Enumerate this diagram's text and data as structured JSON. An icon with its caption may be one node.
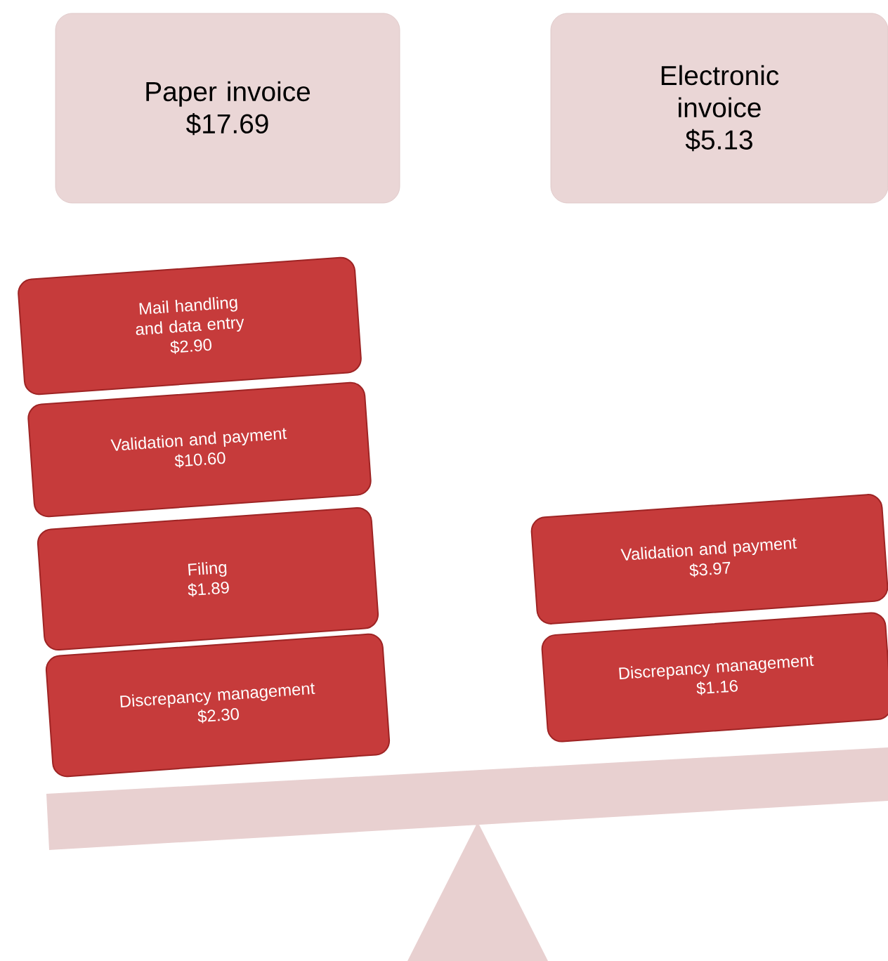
{
  "diagram": {
    "nodes": [
      {
        "text": [
          "Paper invoice",
          "$17.69"
        ]
      },
      {
        "text": [
          "Electronic invoice",
          "$5.13"
        ]
      },
      {
        "text": [
          "Mail handling and data entry",
          "$2.90"
        ]
      },
      {
        "text": [
          "Validation and payment",
          "$10.60"
        ]
      },
      {
        "text": [
          "Filing",
          "$1.89"
        ]
      },
      {
        "text": [
          "Discrepancy management",
          "$2.30"
        ]
      },
      {
        "text": [
          "Validation and payment",
          "$3.97"
        ]
      },
      {
        "text": [
          "Discrepancy management",
          "$1.16"
        ]
      }
    ]
  }
}
